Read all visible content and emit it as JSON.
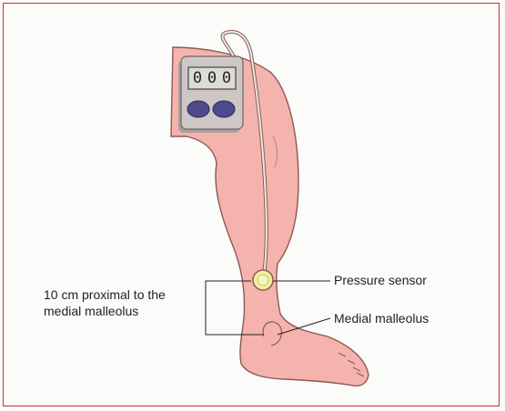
{
  "labels": {
    "pressure_sensor": "Pressure sensor",
    "medial_malleolus": "Medial malleolus",
    "proximal_line1": "10 cm proximal to the",
    "proximal_line2": "medial malleolus"
  },
  "device": {
    "display_digits": [
      "0",
      "0",
      "0"
    ],
    "button_count": 2
  },
  "colors": {
    "frame": "#c9302f",
    "skin": "#f5b3ad",
    "skin_outline": "#8a5a55",
    "device_body": "#cfc7c6",
    "display": "#dcdcd8",
    "buttons": "#4e4a8c",
    "sensor": "#f3efa0",
    "cable": "#e8e4e2"
  }
}
